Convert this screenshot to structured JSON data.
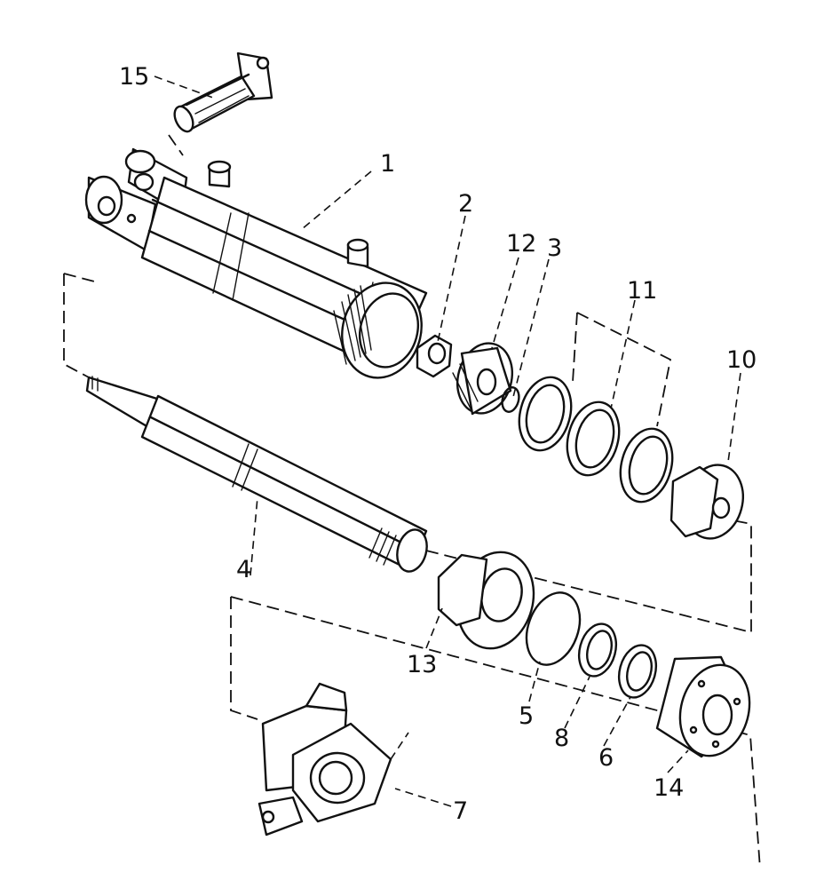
{
  "diagram": {
    "kind": "exploded-parts-view",
    "callouts": [
      {
        "id": "c1",
        "label": "1"
      },
      {
        "id": "c2",
        "label": "2"
      },
      {
        "id": "c3",
        "label": "3"
      },
      {
        "id": "c4",
        "label": "4"
      },
      {
        "id": "c5",
        "label": "5"
      },
      {
        "id": "c6",
        "label": "6"
      },
      {
        "id": "c7",
        "label": "7"
      },
      {
        "id": "c8",
        "label": "8"
      },
      {
        "id": "c10",
        "label": "10"
      },
      {
        "id": "c11",
        "label": "11"
      },
      {
        "id": "c12",
        "label": "12"
      },
      {
        "id": "c13",
        "label": "13"
      },
      {
        "id": "c14",
        "label": "14"
      },
      {
        "id": "c15",
        "label": "15"
      }
    ],
    "line_color": "#111111",
    "background": "#ffffff"
  }
}
